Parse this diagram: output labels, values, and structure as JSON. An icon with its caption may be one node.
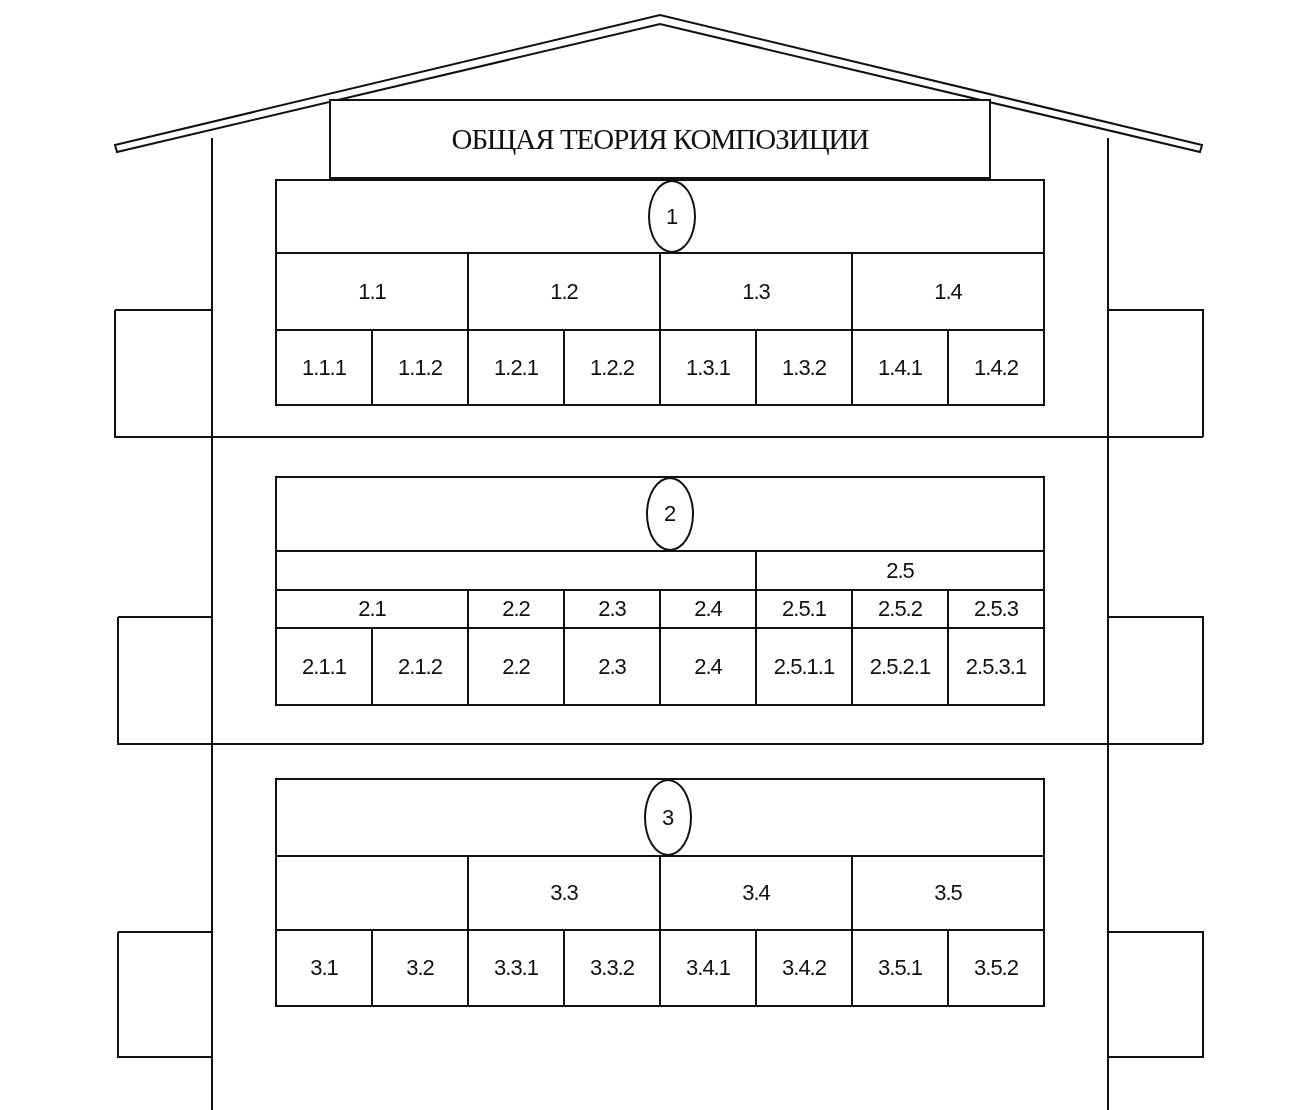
{
  "diagram": {
    "nodes": [
      {
        "text": [
          "ОБЩАЯ ТЕОРИЯ КОМПОЗИЦИИ"
        ]
      },
      {
        "text": [
          "1"
        ]
      },
      {
        "text": [
          "2"
        ]
      },
      {
        "text": [
          "3"
        ]
      }
    ],
    "labels": [
      "1.1",
      "1.2",
      "1.3",
      "1.4",
      "1.1.1",
      "1.1.2",
      "1.2.1",
      "1.2.2",
      "1.3.1",
      "1.3.2",
      "1.4.1",
      "1.4.2",
      "2.5",
      "2.1",
      "2.2",
      "2.3",
      "2.4",
      "2.5.1",
      "2.5.2",
      "2.5.3",
      "2.1.1",
      "2.1.2",
      "2.2",
      "2.3",
      "2.4",
      "2.5.1.1",
      "2.5.2.1",
      "2.5.3.1",
      "3.3",
      "3.4",
      "3.5",
      "3.1",
      "3.2",
      "3.3.1",
      "3.3.2",
      "3.4.1",
      "3.4.2",
      "3.5.1",
      "3.5.2"
    ]
  }
}
